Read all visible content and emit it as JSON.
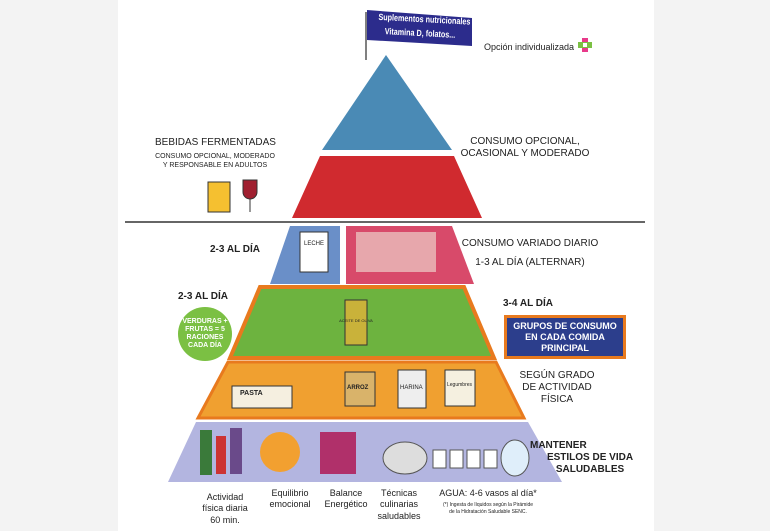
{
  "flag": {
    "line1": "Suplementos nutricionales",
    "line2": "Vitamina D, folatos..."
  },
  "individual_option": "Opción individualizada",
  "left": {
    "fermented_title": "BEBIDAS FERMENTADAS",
    "fermented_sub1": "CONSUMO OPCIONAL, MODERADO",
    "fermented_sub2": "Y RESPONSABLE EN ADULTOS",
    "dairy_freq": "2-3  AL DÍA",
    "veg_freq": "2-3  AL DÍA",
    "veg_circle": "VERDURAS + FRUTAS = 5 RACIONES CADA DÍA"
  },
  "right": {
    "optional_1": "CONSUMO OPCIONAL,",
    "optional_2": "OCASIONAL Y MODERADO",
    "varied": "CONSUMO VARIADO DIARIO",
    "protein_freq": "1-3  AL DÍA (ALTERNAR)",
    "fruit_freq": "3-4  AL DÍA",
    "groups_badge": "GRUPOS DE CONSUMO EN CADA COMIDA PRINCIPAL",
    "activity_1": "SEGÚN GRADO",
    "activity_2": "DE ACTIVIDAD",
    "activity_3": "FÍSICA",
    "lifestyle_1": "MANTENER",
    "lifestyle_2": "ESTILOS DE VIDA",
    "lifestyle_3": "SALUDABLES"
  },
  "food_labels": {
    "milk": "LECHE",
    "oil": "ACEITE DE OLIVA",
    "pasta": "PASTA",
    "rice": "ARROZ",
    "flour": "HARINA",
    "legumes": "Legumbres"
  },
  "bottom": [
    {
      "l1": "Actividad",
      "l2": "física diaria",
      "l3": "60 min."
    },
    {
      "l1": "Equilibrio",
      "l2": "emocional"
    },
    {
      "l1": "Balance",
      "l2": "Energético"
    },
    {
      "l1": "Técnicas",
      "l2": "culinarias",
      "l3": "saludables"
    }
  ],
  "water": {
    "title": "AGUA: 4-6 vasos al día*",
    "note1": "(*) Ingesta de líquidos según la Pirámide",
    "note2": "de la Hidratación Saludable SENC."
  },
  "colors": {
    "top": "#4a8ab5",
    "red": "#d02a2f",
    "green": "#6db33f",
    "orange": "#e87a1e",
    "lavender": "#b3b5e0",
    "flag": "#2c2c8c"
  }
}
